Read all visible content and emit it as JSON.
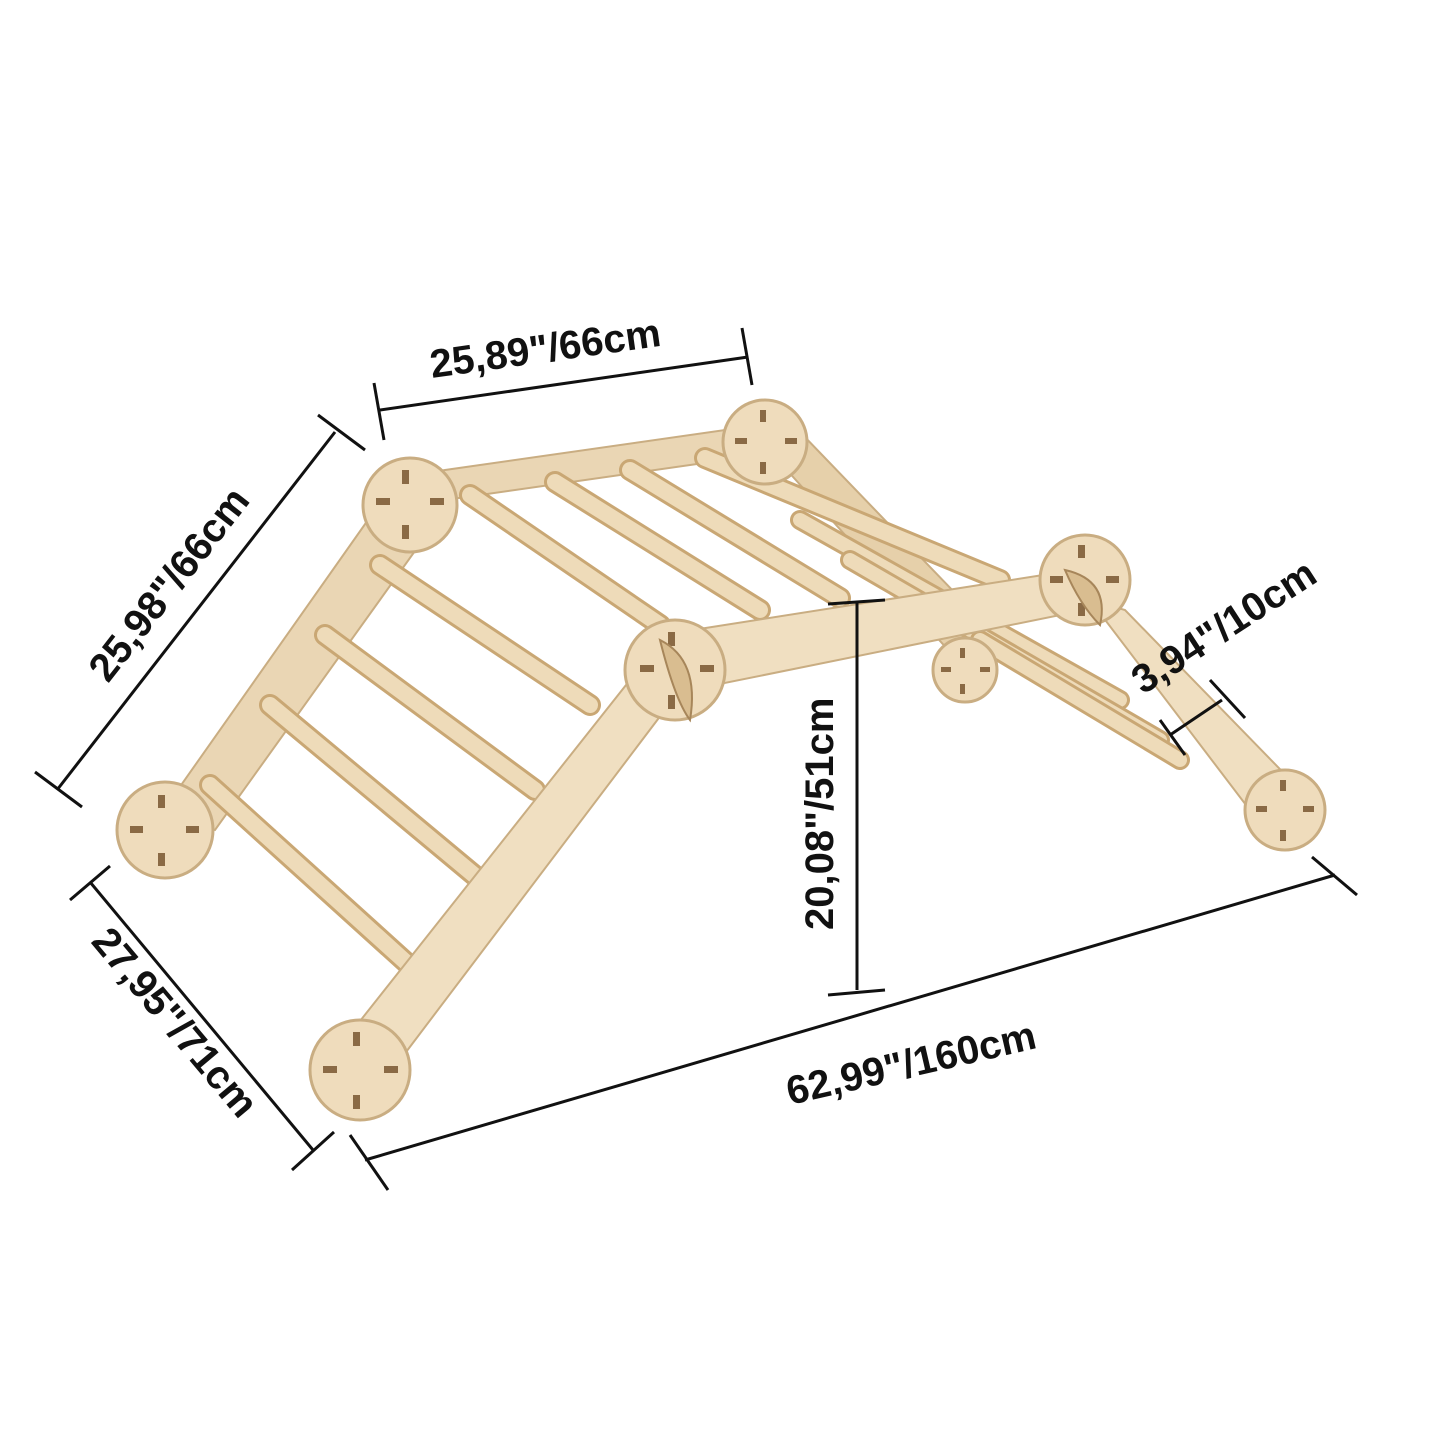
{
  "dimensions": {
    "top_width": "25,89\"/66cm",
    "left_slant": "25,98\"/66cm",
    "left_bottom": "27,95\"/71cm",
    "height": "20,08\"/51cm",
    "base_length": "62,99\"/160cm",
    "rail_width": "3,94\"/10cm"
  },
  "colors": {
    "wood": "#ead6b4",
    "wood_light": "#f4e7cf",
    "wood_edge": "#c9ad82",
    "dowel": "#e3c79b",
    "dowel_shade": "#c9a774",
    "line": "#111111",
    "background": "#ffffff"
  }
}
